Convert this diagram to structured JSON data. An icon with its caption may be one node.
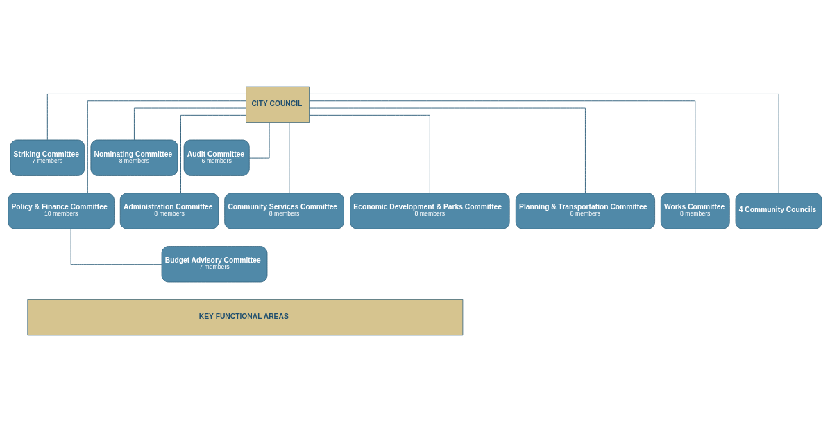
{
  "diagram": {
    "nodes": [
      {
        "text": [
          "CITY COUNCIL"
        ]
      },
      {
        "text": [
          "Striking Committee",
          "7 members"
        ]
      },
      {
        "text": [
          "Nominating Committee",
          "8 members"
        ]
      },
      {
        "text": [
          "Audit Committee",
          "6 members"
        ]
      },
      {
        "text": [
          "Policy & Finance Committee",
          "10 members"
        ]
      },
      {
        "text": [
          "Administration Committee",
          "8 members"
        ]
      },
      {
        "text": [
          "Community Services Committee",
          "8 members"
        ]
      },
      {
        "text": [
          "Economic Development & Parks Committee",
          "8 members"
        ]
      },
      {
        "text": [
          "Planning & Transportation Committee",
          "8 members"
        ]
      },
      {
        "text": [
          "Works Committee",
          "8 members"
        ]
      },
      {
        "text": [
          "4 Community Councils"
        ]
      },
      {
        "text": [
          "Budget Advisory Committee",
          "7 members"
        ]
      },
      {
        "text": [
          "KEY FUNCTIONAL AREAS"
        ]
      }
    ],
    "edges": [
      {
        "from": 0,
        "to": 1,
        "arrow": "none"
      },
      {
        "from": 0,
        "to": 2,
        "arrow": "none"
      },
      {
        "from": 0,
        "to": 3,
        "arrow": "none"
      },
      {
        "from": 0,
        "to": 4,
        "arrow": "none"
      },
      {
        "from": 0,
        "to": 5,
        "arrow": "none"
      },
      {
        "from": 0,
        "to": 6,
        "arrow": "none"
      },
      {
        "from": 0,
        "to": 7,
        "arrow": "none"
      },
      {
        "from": 0,
        "to": 8,
        "arrow": "none"
      },
      {
        "from": 0,
        "to": 9,
        "arrow": "none"
      },
      {
        "from": 0,
        "to": 10,
        "arrow": "none"
      },
      {
        "from": 4,
        "to": 11,
        "arrow": "none"
      }
    ]
  }
}
